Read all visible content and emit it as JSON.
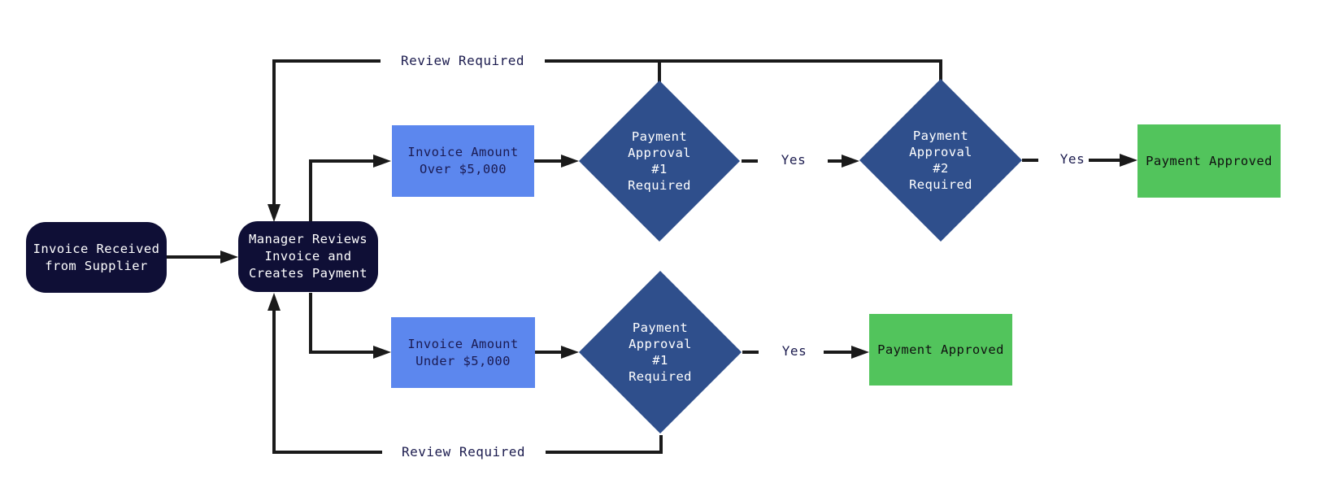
{
  "nodes": {
    "invoice_received": {
      "label": "Invoice Received\nfrom Supplier",
      "shape": "rounded",
      "fill": "#0f0f36",
      "text_color": "#ffffff"
    },
    "manager_reviews": {
      "label": "Manager Reviews\nInvoice and\nCreates Payment",
      "shape": "rounded",
      "fill": "#0f0f36",
      "text_color": "#ffffff"
    },
    "invoice_over": {
      "label": "Invoice Amount\nOver $5,000",
      "shape": "rect",
      "fill": "#5c87ee",
      "text_color": "#1b1b52"
    },
    "invoice_under": {
      "label": "Invoice Amount\nUnder $5,000",
      "shape": "rect",
      "fill": "#5c87ee",
      "text_color": "#1b1b52"
    },
    "approval1_top": {
      "label": "Payment\nApproval\n#1\nRequired",
      "shape": "diamond",
      "fill": "#2f4f8c",
      "text_color": "#ffffff"
    },
    "approval2": {
      "label": "Payment\nApproval\n#2\nRequired",
      "shape": "diamond",
      "fill": "#2f4f8c",
      "text_color": "#ffffff"
    },
    "approval1_bottom": {
      "label": "Payment\nApproval\n#1\nRequired",
      "shape": "diamond",
      "fill": "#2f4f8c",
      "text_color": "#ffffff"
    },
    "approved_top": {
      "label": "Payment Approved",
      "shape": "rect",
      "fill": "#52c45c",
      "text_color": "#101010"
    },
    "approved_bottom": {
      "label": "Payment Approved",
      "shape": "rect",
      "fill": "#52c45c",
      "text_color": "#101010"
    }
  },
  "edge_labels": {
    "yes_top_1": "Yes",
    "yes_top_2": "Yes",
    "yes_bottom": "Yes",
    "review_required_top": "Review Required",
    "review_required_bottom": "Review Required"
  },
  "colors": {
    "background": "#ffffff",
    "connector": "#1a1a1a",
    "edge_label_text": "#1b1b4e"
  }
}
